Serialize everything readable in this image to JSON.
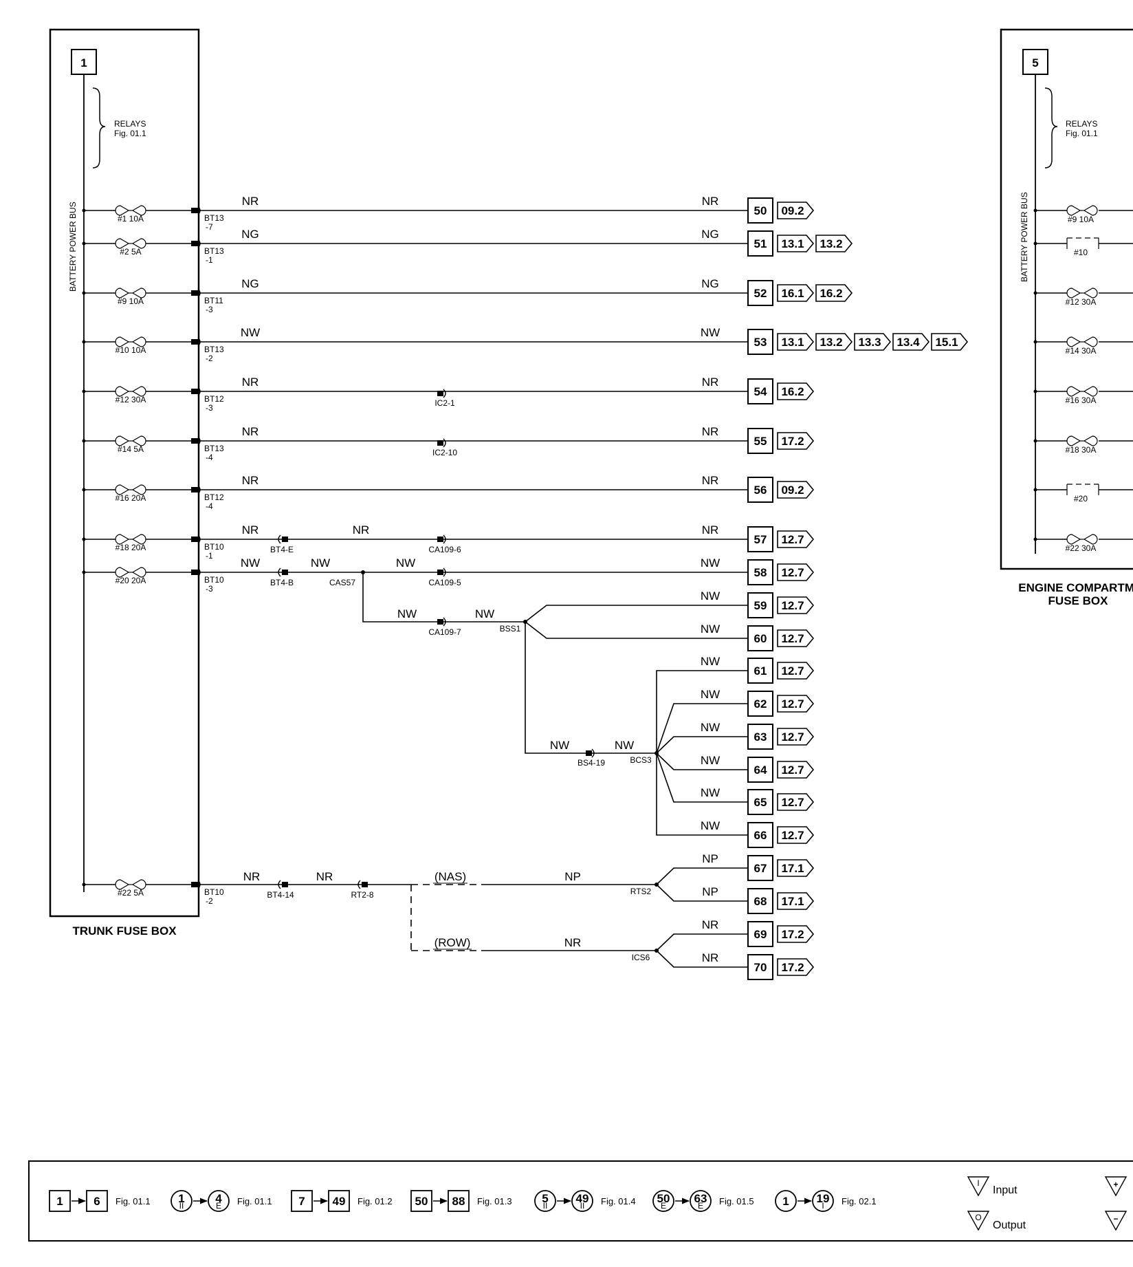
{
  "trunk": {
    "box_number": "1",
    "bus_label": "BATTERY POWER BUS",
    "relays_label": "RELAYS",
    "relays_fig": "Fig. 01.1",
    "title": "TRUNK FUSE BOX",
    "fuses": [
      {
        "label": "#1 10A",
        "connector": "BT13",
        "pin": "-7"
      },
      {
        "label": "#2 5A",
        "connector": "BT13",
        "pin": "-1"
      },
      {
        "label": "#9 10A",
        "connector": "BT11",
        "pin": "-3"
      },
      {
        "label": "#10 10A",
        "connector": "BT13",
        "pin": "-2"
      },
      {
        "label": "#12 30A",
        "connector": "BT12",
        "pin": "-3"
      },
      {
        "label": "#14 5A",
        "connector": "BT13",
        "pin": "-4"
      },
      {
        "label": "#16 20A",
        "connector": "BT12",
        "pin": "-4"
      },
      {
        "label": "#18 20A",
        "connector": "BT10",
        "pin": "-1"
      },
      {
        "label": "#20 20A",
        "connector": "BT10",
        "pin": "-3"
      },
      {
        "label": "#22 5A",
        "connector": "BT10",
        "pin": "-2"
      }
    ]
  },
  "engine": {
    "box_number": "5",
    "bus_label": "BATTERY POWER BUS",
    "relays_label": "RELAYS",
    "relays_fig": "Fig. 01.1",
    "title_line1": "ENGINE COMPARTMI",
    "title_line2": "FUSE BOX",
    "fuses": [
      {
        "label": "#9 10A",
        "empty": false
      },
      {
        "label": "#10",
        "empty": true
      },
      {
        "label": "#12 30A",
        "empty": false
      },
      {
        "label": "#14 30A",
        "empty": false
      },
      {
        "label": "#16 30A",
        "empty": false
      },
      {
        "label": "#18 30A",
        "empty": false
      },
      {
        "label": "#20",
        "empty": true
      },
      {
        "label": "#22 30A",
        "empty": false
      }
    ]
  },
  "circuits": [
    {
      "num": "50",
      "wire_start": "NR",
      "wire_end": "NR",
      "refs": [
        "09.2"
      ]
    },
    {
      "num": "51",
      "wire_start": "NG",
      "wire_end": "NG",
      "refs": [
        "13.1",
        "13.2"
      ]
    },
    {
      "num": "52",
      "wire_start": "NG",
      "wire_end": "NG",
      "refs": [
        "16.1",
        "16.2"
      ]
    },
    {
      "num": "53",
      "wire_start": "NW",
      "wire_end": "NW",
      "refs": [
        "13.1",
        "13.2",
        "13.3",
        "13.4",
        "15.1"
      ]
    },
    {
      "num": "54",
      "wire_start": "NR",
      "wire_end": "NR",
      "refs": [
        "16.2"
      ],
      "mid_connector": "IC2-1"
    },
    {
      "num": "55",
      "wire_start": "NR",
      "wire_end": "NR",
      "refs": [
        "17.2"
      ],
      "mid_connector": "IC2-10"
    },
    {
      "num": "56",
      "wire_start": "NR",
      "wire_end": "NR",
      "refs": [
        "09.2"
      ]
    },
    {
      "num": "57",
      "wire_start": "NR",
      "wire_mid": "NR",
      "wire_end": "NR",
      "refs": [
        "12.7"
      ],
      "connectors": [
        "BT4-E",
        "CA109-6"
      ]
    },
    {
      "num": "58",
      "wire_start": "NW",
      "wire_mid": "NW",
      "wire_mid2": "NW",
      "wire_end": "NW",
      "refs": [
        "12.7"
      ],
      "connectors": [
        "BT4-B",
        "CA109-5"
      ],
      "splice": "CAS57"
    },
    {
      "num": "59",
      "wire_end": "NW",
      "refs": [
        "12.7"
      ]
    },
    {
      "num": "60",
      "wire_end": "NW",
      "refs": [
        "12.7"
      ]
    },
    {
      "num": "61",
      "wire_end": "NW",
      "refs": [
        "12.7"
      ]
    },
    {
      "num": "62",
      "wire_end": "NW",
      "refs": [
        "12.7"
      ]
    },
    {
      "num": "63",
      "wire_end": "NW",
      "refs": [
        "12.7"
      ]
    },
    {
      "num": "64",
      "wire_end": "NW",
      "refs": [
        "12.7"
      ]
    },
    {
      "num": "65",
      "wire_end": "NW",
      "refs": [
        "12.7"
      ]
    },
    {
      "num": "66",
      "wire_end": "NW",
      "refs": [
        "12.7"
      ]
    },
    {
      "num": "67",
      "wire_end": "NP",
      "refs": [
        "17.1"
      ]
    },
    {
      "num": "68",
      "wire_end": "NP",
      "refs": [
        "17.1"
      ]
    },
    {
      "num": "69",
      "wire_end": "NR",
      "refs": [
        "17.2"
      ]
    },
    {
      "num": "70",
      "wire_end": "NR",
      "refs": [
        "17.2"
      ]
    }
  ],
  "branch_a": {
    "wire1": "NW",
    "wire2": "NW",
    "connector": "CA109-7",
    "splice": "BSS1"
  },
  "branch_b": {
    "wire1": "NW",
    "wire2": "NW",
    "connector": "BS4-19",
    "splice": "BCS3"
  },
  "branch_c": {
    "wire1": "NR",
    "wire2": "NR",
    "connector1": "BT4-14",
    "connector2": "RT2-8",
    "nas": "(NAS)",
    "nas_wire": "NP",
    "nas_splice": "RTS2",
    "row": "(ROW)",
    "row_wire": "NR",
    "row_splice": "ICS6"
  },
  "legend": {
    "groups": [
      {
        "from": "1",
        "to": "6",
        "fig": "Fig. 01.1",
        "shape": "square"
      },
      {
        "from": "1",
        "from_sub": "II",
        "to": "4",
        "to_sub": "E",
        "fig": "Fig. 01.1",
        "shape": "circle"
      },
      {
        "from": "7",
        "to": "49",
        "fig": "Fig. 01.2",
        "shape": "square"
      },
      {
        "from": "50",
        "to": "88",
        "fig": "Fig. 01.3",
        "shape": "square"
      },
      {
        "from": "5",
        "from_sub": "II",
        "to": "49",
        "to_sub": "II",
        "fig": "Fig. 01.4",
        "shape": "circle"
      },
      {
        "from": "50",
        "from_sub": "E",
        "to": "63",
        "to_sub": "E",
        "fig": "Fig. 01.5",
        "shape": "circle"
      },
      {
        "from": "1",
        "to": "19",
        "to_sub": "I",
        "fig": "Fig. 02.1",
        "shape": "circle"
      }
    ],
    "input_label": "Input",
    "input_glyph": "I",
    "output_label": "Output",
    "output_glyph": "O",
    "plus_glyph": "+",
    "minus_glyph": "−"
  }
}
